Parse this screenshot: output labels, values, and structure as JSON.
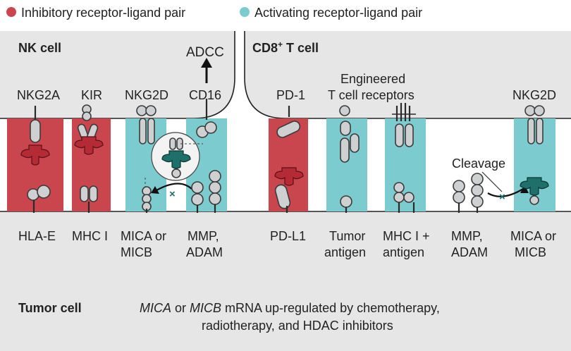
{
  "legend": {
    "inhibitory": "Inhibitory receptor-ligand pair",
    "activating": "Activating receptor-ligand pair"
  },
  "colors": {
    "inhibitory": "#c9464f",
    "activating": "#7ccccf",
    "cell": "#e6e6e6",
    "molecule": "#cfd0d2",
    "ligand_inhibitory": "#b42a35",
    "ligand_activating": "#1f6f6a"
  },
  "nk_cell": {
    "title": "NK cell",
    "adcc": "ADCC",
    "receptors": [
      "NKG2A",
      "KIR",
      "NKG2D",
      "CD16"
    ]
  },
  "t_cell": {
    "title_main": "CD8",
    "title_sup": "+",
    "title_rest": " T cell",
    "pd1": "PD-1",
    "engineered_line1": "Engineered",
    "engineered_line2": "T cell receptors",
    "nkg2d": "NKG2D"
  },
  "cleavage": "Cleavage",
  "ligands": {
    "hla_e": "HLA-E",
    "mhc_i": "MHC I",
    "mica_micb_1a": "MICA or",
    "mica_micb_1b": "MICB",
    "mmp_1a": "MMP,",
    "mmp_1b": "ADAM",
    "pd_l1": "PD-L1",
    "tumor_antigen_a": "Tumor",
    "tumor_antigen_b": "antigen",
    "mhc_antigen_a": "MHC I +",
    "mhc_antigen_b": "antigen",
    "mmp_2a": "MMP,",
    "mmp_2b": "ADAM",
    "mica_micb_2a": "MICA or",
    "mica_micb_2b": "MICB"
  },
  "tumor_cell": {
    "title": "Tumor cell",
    "note_italic1": "MICA",
    "note_mid1": " or ",
    "note_italic2": "MICB",
    "note_rest1": " mRNA up-regulated by chemotherapy,",
    "note_line2": "radiotherapy, and HDAC inhibitors"
  }
}
